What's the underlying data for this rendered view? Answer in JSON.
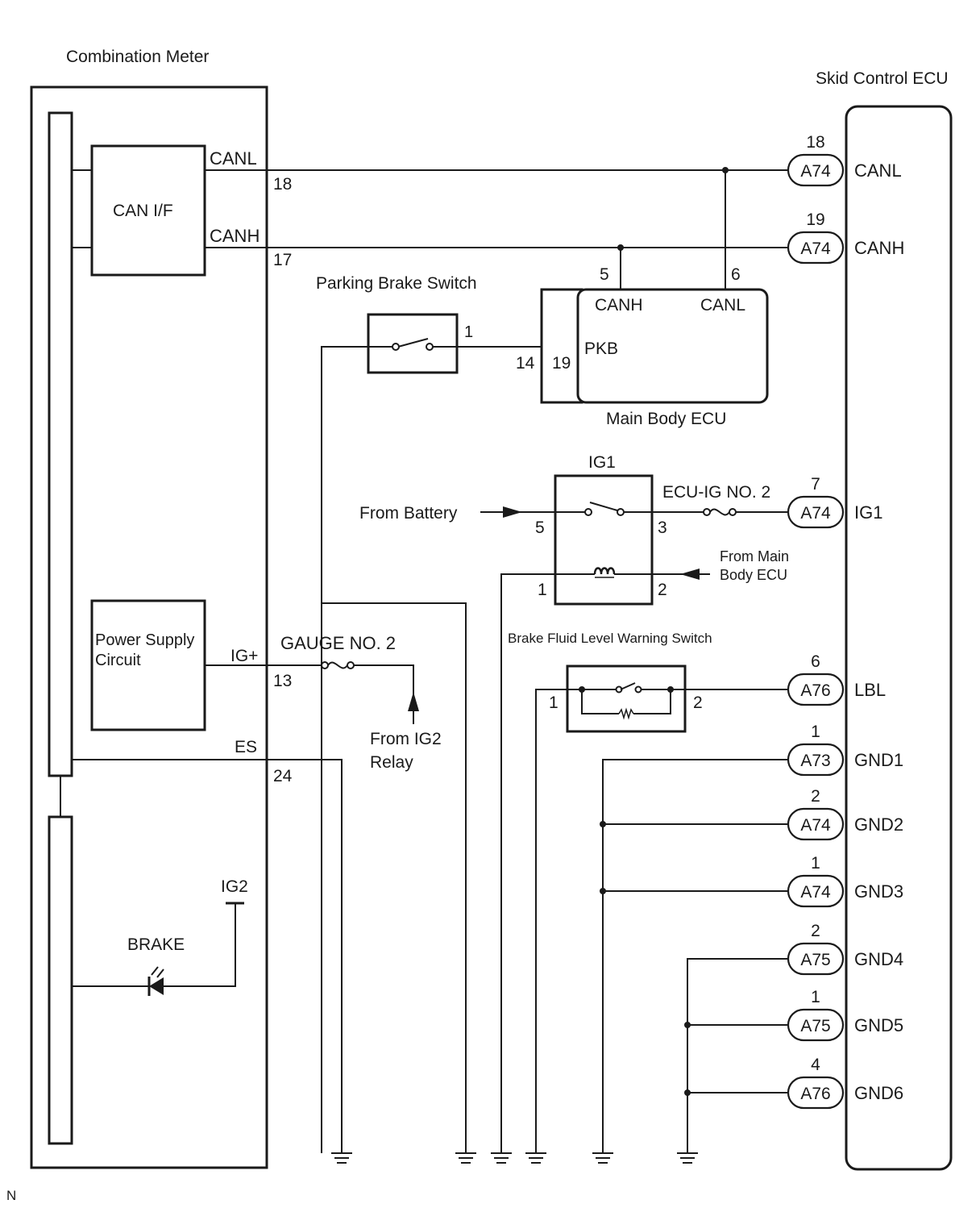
{
  "components": {
    "combination_meter": "Combination Meter",
    "skid_control_ecu": "Skid Control ECU",
    "can_if": "CAN I/F",
    "power_supply_1": "Power Supply",
    "power_supply_2": "Circuit",
    "parking_brake_switch": "Parking Brake Switch",
    "main_body_ecu": "Main Body ECU",
    "ig1_relay": "IG1",
    "ecu_ig_fuse": "ECU-IG NO. 2",
    "gauge_fuse": "GAUGE NO. 2",
    "brake_fluid_switch": "Brake Fluid Level Warning Switch",
    "brake_lamp": "BRAKE",
    "ig2": "IG2",
    "from_battery": "From Battery",
    "from_main_body_ecu_1": "From Main",
    "from_main_body_ecu_2": "Body ECU",
    "from_ig2_relay_1": "From IG2",
    "from_ig2_relay_2": "Relay",
    "corner_mark": "N"
  },
  "meter_terminals": [
    {
      "name": "CANL",
      "pin": "18"
    },
    {
      "name": "CANH",
      "pin": "17"
    },
    {
      "name": "IG+",
      "pin": "13"
    },
    {
      "name": "ES",
      "pin": "24"
    }
  ],
  "main_body_ecu_terminals": {
    "canh": "CANH",
    "canh_pin": "5",
    "canl": "CANL",
    "canl_pin": "6",
    "pkb": "PKB",
    "pkb_pin": "19",
    "pkb_outer_pin": "14"
  },
  "parking_brake_pin": "1",
  "ig1_relay_pins": {
    "p5": "5",
    "p3": "3",
    "p1": "1",
    "p2": "2"
  },
  "brake_fluid_pins": {
    "p1": "1",
    "p2": "2"
  },
  "skid_ecu_connectors": [
    {
      "pin": "18",
      "connector": "A74",
      "terminal": "CANL"
    },
    {
      "pin": "19",
      "connector": "A74",
      "terminal": "CANH"
    },
    {
      "pin": "7",
      "connector": "A74",
      "terminal": "IG1"
    },
    {
      "pin": "6",
      "connector": "A76",
      "terminal": "LBL"
    },
    {
      "pin": "1",
      "connector": "A73",
      "terminal": "GND1"
    },
    {
      "pin": "2",
      "connector": "A74",
      "terminal": "GND2"
    },
    {
      "pin": "1",
      "connector": "A74",
      "terminal": "GND3"
    },
    {
      "pin": "2",
      "connector": "A75",
      "terminal": "GND4"
    },
    {
      "pin": "1",
      "connector": "A75",
      "terminal": "GND5"
    },
    {
      "pin": "4",
      "connector": "A76",
      "terminal": "GND6"
    }
  ]
}
